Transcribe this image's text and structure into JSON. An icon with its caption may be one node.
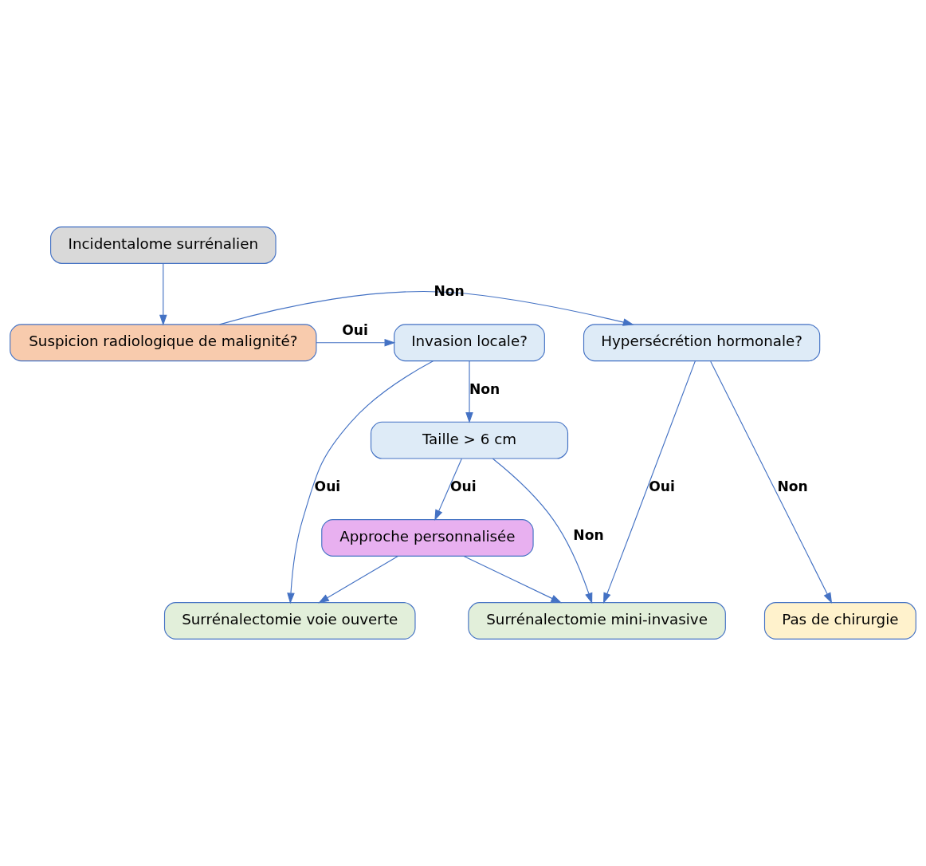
{
  "diagram": {
    "nodes": [
      {
        "text": [
          "Incidentalome surrénalien"
        ]
      },
      {
        "text": [
          "Suspicion radiologique de malignité?"
        ]
      },
      {
        "text": [
          "Hypersécrétion hormonale?"
        ]
      },
      {
        "text": [
          "Invasion locale?"
        ]
      },
      {
        "text": [
          "Taille > 6 cm"
        ]
      },
      {
        "text": [
          "Pas de chirurgie"
        ]
      },
      {
        "text": [
          "Surrénalectomie mini-invasive"
        ]
      },
      {
        "text": [
          "Surrénalectomie voie ouverte"
        ]
      },
      {
        "text": [
          "Approche personnalisée"
        ]
      }
    ],
    "edges": [
      {
        "from": 0,
        "to": 1,
        "arrow": "to"
      },
      {
        "from": 1,
        "to": 2,
        "arrow": "to",
        "label": "Non"
      },
      {
        "from": 1,
        "to": 3,
        "arrow": "to",
        "label": "Oui"
      },
      {
        "from": 3,
        "to": 4,
        "arrow": "to",
        "label": "Non"
      },
      {
        "from": 3,
        "to": 7,
        "arrow": "to",
        "label": "Oui"
      },
      {
        "from": 2,
        "to": 5,
        "arrow": "to",
        "label": "Non"
      },
      {
        "from": 2,
        "to": 6,
        "arrow": "to",
        "label": "Oui"
      },
      {
        "from": 4,
        "to": 6,
        "arrow": "to",
        "label": "Non"
      },
      {
        "from": 4,
        "to": 8,
        "arrow": "to",
        "label": "Oui"
      },
      {
        "from": 8,
        "to": 6,
        "arrow": "to"
      },
      {
        "from": 8,
        "to": 7,
        "arrow": "to"
      }
    ]
  }
}
